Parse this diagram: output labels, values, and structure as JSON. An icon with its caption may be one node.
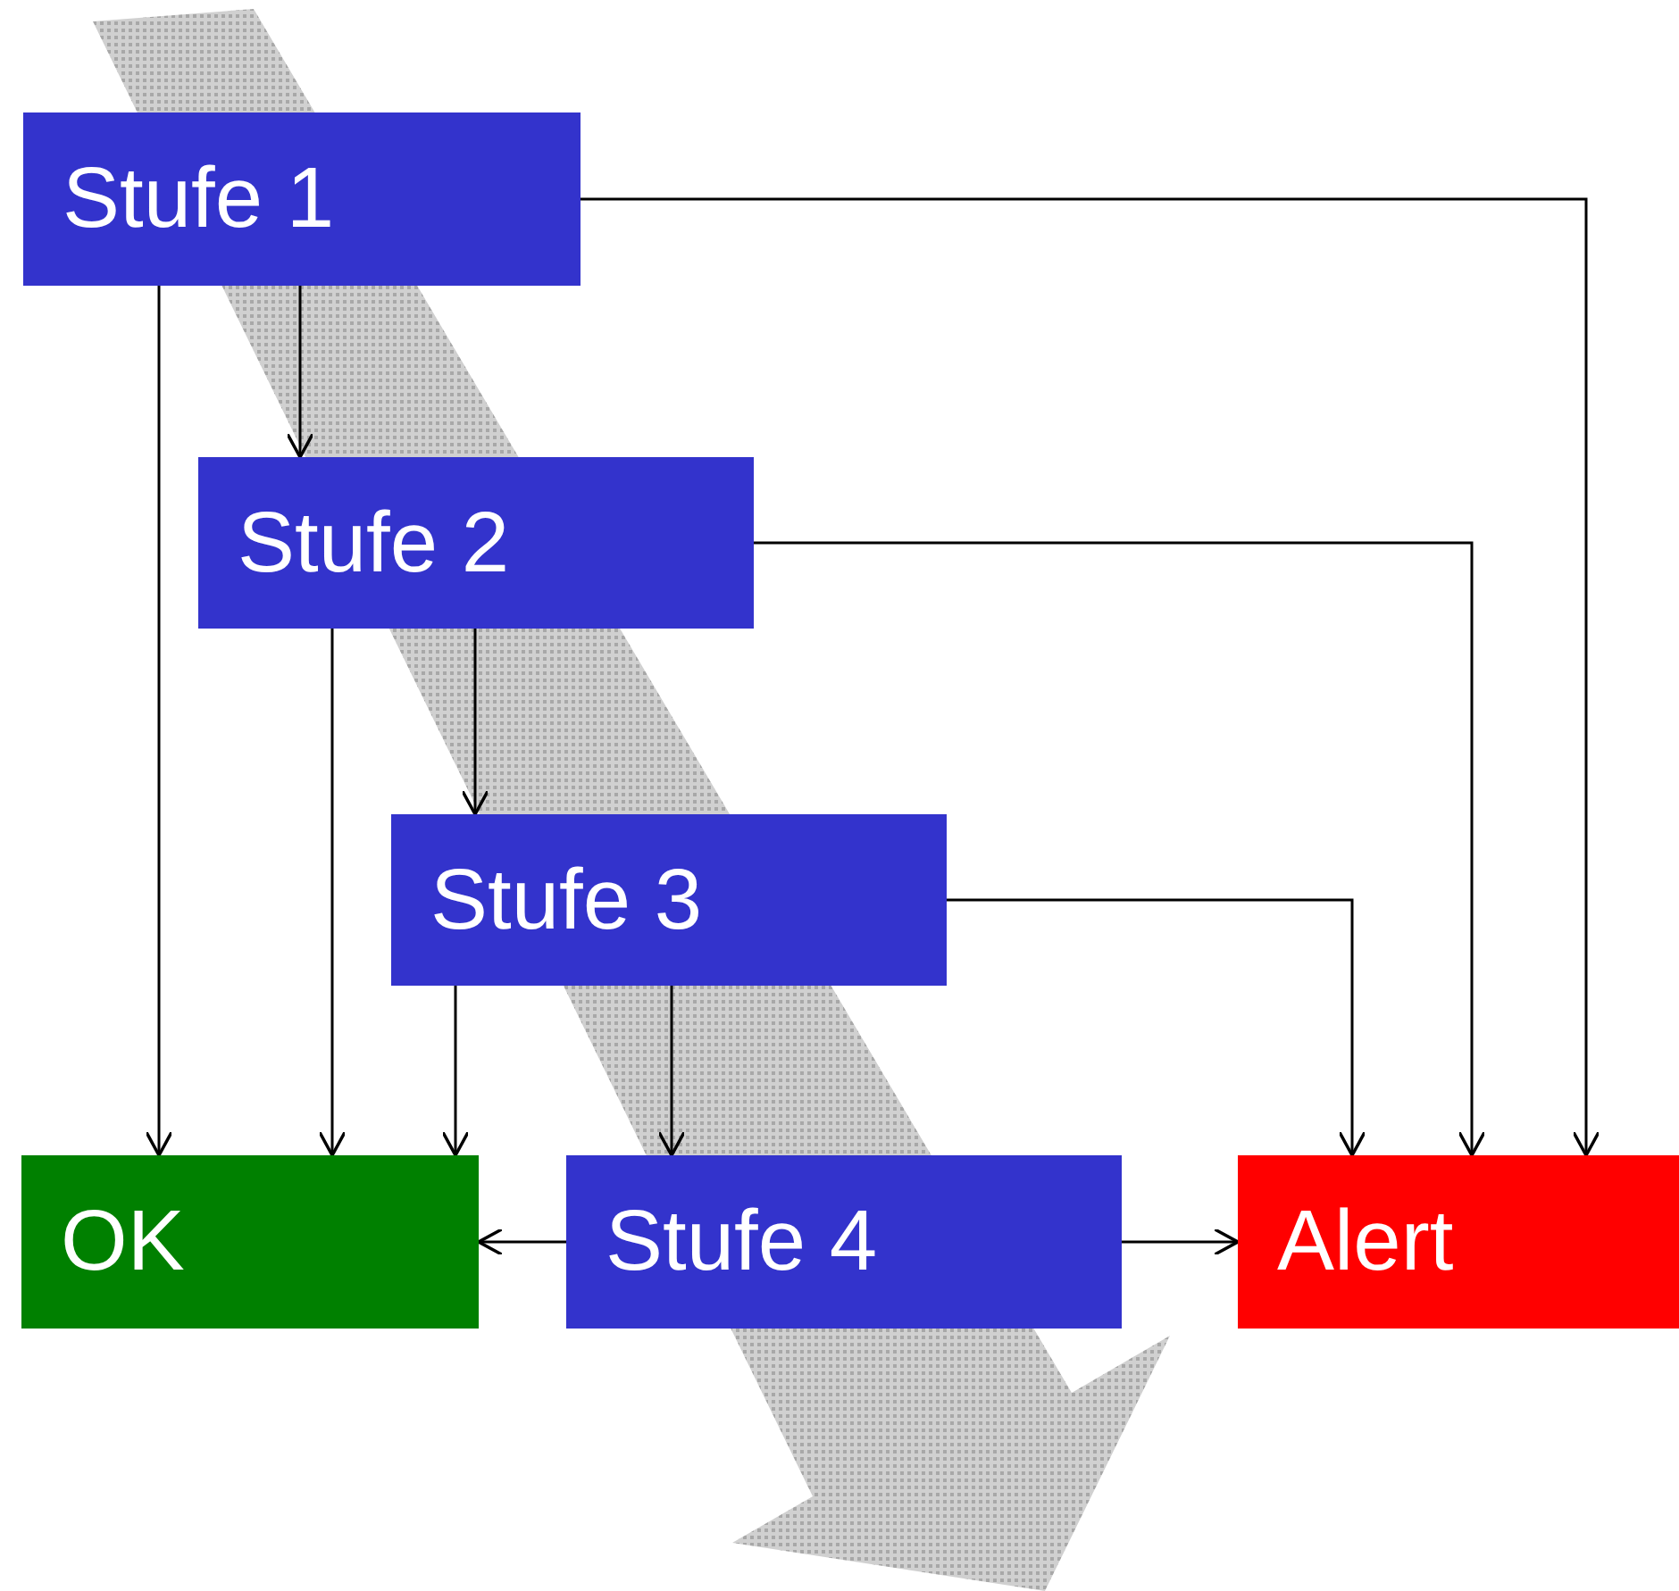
{
  "diagram": {
    "nodes": [
      {
        "text": [
          "Stufe 1"
        ]
      },
      {
        "text": [
          "Stufe 2"
        ]
      },
      {
        "text": [
          "Stufe 3"
        ]
      },
      {
        "text": [
          "OK"
        ]
      },
      {
        "text": [
          "Stufe 4"
        ]
      },
      {
        "text": [
          "Alert"
        ]
      }
    ],
    "edges": [
      {
        "from": 0,
        "to": 3,
        "arrow": "to"
      },
      {
        "from": 0,
        "to": 1,
        "arrow": "to"
      },
      {
        "from": 0,
        "to": 5,
        "arrow": "to"
      },
      {
        "from": 1,
        "to": 3,
        "arrow": "to"
      },
      {
        "from": 1,
        "to": 2,
        "arrow": "to"
      },
      {
        "from": 1,
        "to": 5,
        "arrow": "to"
      },
      {
        "from": 2,
        "to": 3,
        "arrow": "to"
      },
      {
        "from": 2,
        "to": 4,
        "arrow": "to"
      },
      {
        "from": 2,
        "to": 5,
        "arrow": "to"
      },
      {
        "from": 4,
        "to": 3,
        "arrow": "to"
      },
      {
        "from": 4,
        "to": 5,
        "arrow": "to"
      }
    ]
  }
}
